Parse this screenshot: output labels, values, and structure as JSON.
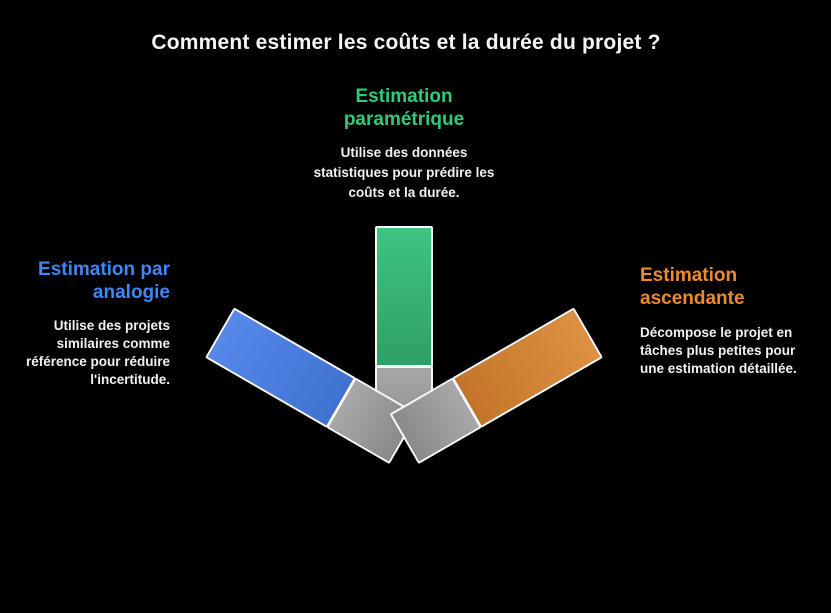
{
  "title": "Comment estimer les coûts et la durée du projet ?",
  "methods": {
    "parametrique": {
      "heading": "Estimation\nparamétrique",
      "description": "Utilise des données\nstatistiques pour prédire les\ncoûts et la durée."
    },
    "analogie": {
      "heading": "Estimation par\nanalogie",
      "description": "Utilise des projets\nsimilaires comme\nréférence pour réduire\nl'incertitude."
    },
    "ascendante": {
      "heading": "Estimation\nascendante",
      "description": "Décompose le projet en\ntâches plus petites pour\nune estimation détaillée."
    }
  },
  "colors": {
    "background": "#000000",
    "title_text": "#f3f6f6",
    "body_text": "#eef2f2",
    "heading_green": "#2ecc7a",
    "heading_blue": "#4285f4",
    "heading_orange": "#ed8a2e",
    "bar_green_light": "#3ec483",
    "bar_green_dark": "#2f9f66",
    "bar_blue_light": "#5588ea",
    "bar_blue_dark": "#4072d2",
    "bar_orange_light": "#de9141",
    "bar_orange_dark": "#c37429",
    "bar_gray_light": "#a8a8a8",
    "bar_gray_dark": "#8a8a8a",
    "bar_border": "#f7f7f7"
  }
}
